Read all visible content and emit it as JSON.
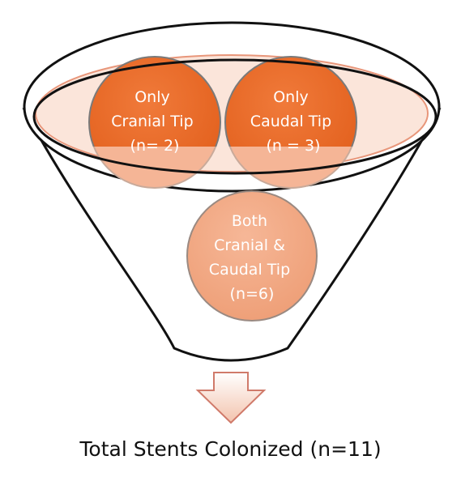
{
  "diagram": {
    "circles": [
      {
        "id": "cranial",
        "lines": [
          "Only",
          "Cranial Tip",
          "(n= 2)"
        ],
        "color": "#ec6a26"
      },
      {
        "id": "caudal",
        "lines": [
          "Only",
          "Caudal Tip",
          "(n = 3)"
        ],
        "color": "#ec6a26"
      },
      {
        "id": "both",
        "lines": [
          "Both",
          "Cranial &",
          "Caudal Tip",
          "(n=6)"
        ],
        "color": "#f1a784"
      }
    ],
    "caption": "Total Stents Colonized (n=11)"
  }
}
